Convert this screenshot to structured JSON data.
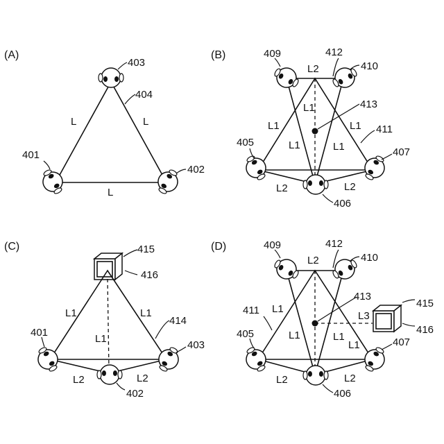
{
  "panels": {
    "a": {
      "label": "(A)",
      "refs": {
        "listener_top": "403",
        "triangle": "404",
        "listener_left": "401",
        "listener_right": "402"
      },
      "distances": {
        "left_side": "L",
        "right_side": "L",
        "base": "L"
      }
    },
    "b": {
      "label": "(B)",
      "refs": {
        "listener_left": "405",
        "listener_bottom": "406",
        "listener_right": "407",
        "listener_top_left": "409",
        "listener_top_right": "410",
        "outer_triangle": "411",
        "inverted_triangle": "412",
        "center_point": "413"
      },
      "distances": {
        "top": "L2",
        "center_vertical": "L1",
        "outer_left": "L1",
        "outer_right": "L1",
        "inner_left": "L1",
        "inner_right": "L1",
        "bottom_left": "L2",
        "bottom_right": "L2"
      }
    },
    "c": {
      "label": "(C)",
      "refs": {
        "display_top": "415",
        "display_side": "416",
        "listener_left": "401",
        "listener_bottom": "402",
        "listener_right": "403",
        "triangle": "414"
      },
      "distances": {
        "left_side": "L1",
        "right_side": "L1",
        "center_vertical": "L1",
        "bottom_left": "L2",
        "bottom_right": "L2"
      }
    },
    "d": {
      "label": "(D)",
      "refs": {
        "listener_top_left": "409",
        "inverted_triangle": "412",
        "listener_top_right": "410",
        "center_point": "413",
        "display_top": "415",
        "display_side": "416",
        "outer_triangle": "411",
        "listener_left": "405",
        "listener_bottom": "406",
        "listener_right": "407"
      },
      "distances": {
        "top": "L2",
        "center_to_display": "L3",
        "outer_left": "L1",
        "outer_right": "L1",
        "inner_left": "L1",
        "inner_right": "L1",
        "bottom_left": "L2",
        "bottom_right": "L2"
      }
    }
  }
}
